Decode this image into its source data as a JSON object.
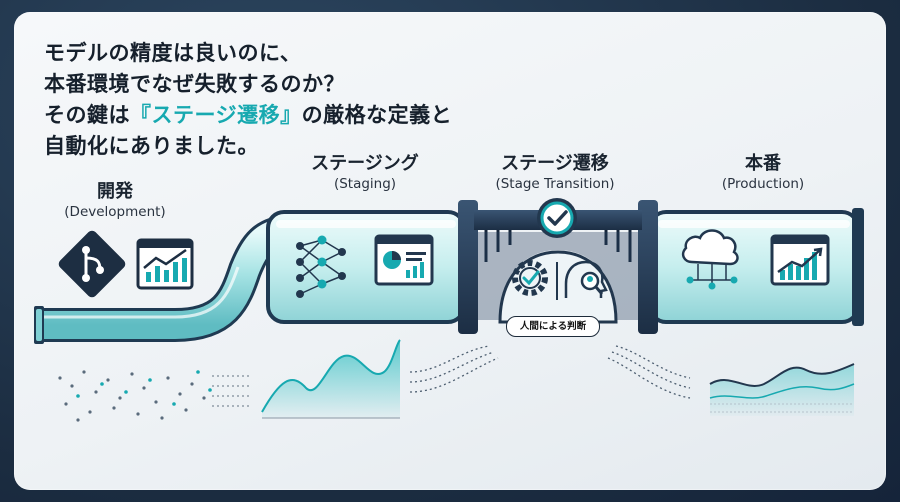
{
  "headline": {
    "line1": "モデルの精度は良いのに、",
    "line2": "本番環境でなぜ失敗するのか？",
    "line3_pre": "その鍵は",
    "line3_highlight": "『ステージ遷移』",
    "line3_post": "の厳格な定義と",
    "line4": "自動化にありました。"
  },
  "stages": [
    {
      "jp": "開発",
      "en": "(Development)"
    },
    {
      "jp": "ステージング",
      "en": "(Staging)"
    },
    {
      "jp": "ステージ遷移",
      "en": "(Stage Transition)"
    },
    {
      "jp": "本番",
      "en": "(Production)"
    }
  ],
  "gate_label": "人間による判断",
  "icons": {
    "development": [
      "git-icon",
      "line-chart-icon"
    ],
    "staging": [
      "neural-network-icon",
      "dashboard-icon"
    ],
    "transition": [
      "check-badge-icon",
      "gear-check-icon",
      "human-review-icon"
    ],
    "production": [
      "cloud-network-icon",
      "growth-chart-icon"
    ]
  },
  "colors": {
    "accent": "#17a9b0",
    "pipe": "#a6e3e4",
    "pipe_dark": "#2d8f98",
    "navy": "#22374e",
    "text": "#16202c"
  }
}
